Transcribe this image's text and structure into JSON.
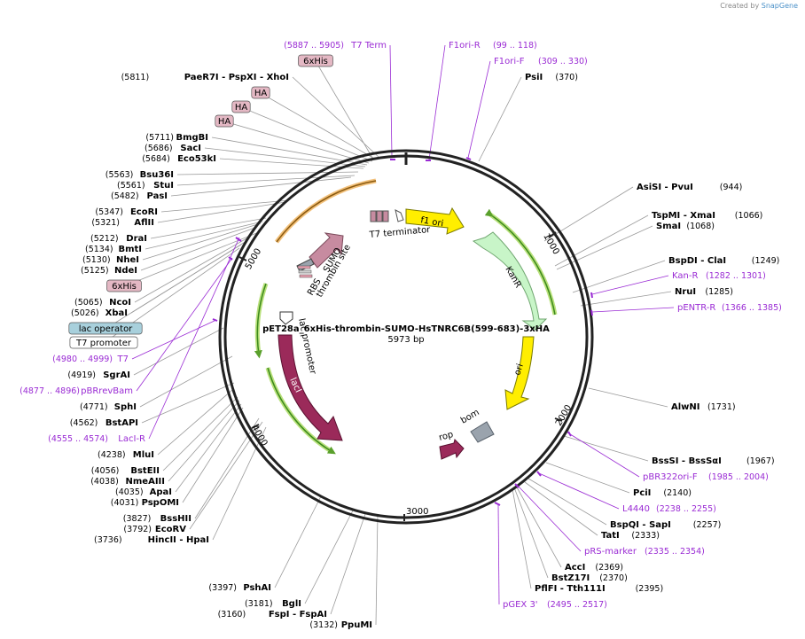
{
  "credit": {
    "prefix": "Created by",
    "brand": "SnapGene"
  },
  "plasmid": {
    "name": "pET28a_6xHis-thrombin-SUMO-HsTNRC6B(599-683)-3xHA",
    "size": "5973 bp"
  },
  "ticks": [
    "1000",
    "2000",
    "3000",
    "4000",
    "5000"
  ],
  "colors": {
    "primer": "#9a2bd4",
    "ring": "#222222",
    "leader": "#9a9a9a",
    "text": "#000000"
  },
  "features": {
    "f1_ori": "f1 ori",
    "kanr": "KanR",
    "ori": "ori",
    "rop": "rop",
    "bom": "bom",
    "laci": "lacI",
    "lac_promoter": "lac promoter",
    "rbs": "RBS",
    "sumo": "SUMO",
    "thrombin": "thrombin site",
    "t7_terminator": "T7 terminator"
  },
  "labels": [
    {
      "pos": "(5887 .. 5905)",
      "name": "T7 Term",
      "kind": "primer"
    },
    {
      "name": "6xHis",
      "kind": "box-his"
    },
    {
      "pos": "(5811)",
      "name": "PaeR7I  - PspXI  - XhoI",
      "kind": "site"
    },
    {
      "name": "HA",
      "kind": "box-his"
    },
    {
      "name": "HA",
      "kind": "box-his"
    },
    {
      "name": "HA",
      "kind": "box-his"
    },
    {
      "pos": "(5711)",
      "name": "BmgBI",
      "kind": "site"
    },
    {
      "pos": "(5686)",
      "name": "SacI",
      "kind": "site"
    },
    {
      "pos": "(5684)",
      "name": "Eco53kI",
      "kind": "site"
    },
    {
      "pos": "(5563)",
      "name": "Bsu36I",
      "kind": "site"
    },
    {
      "pos": "(5561)",
      "name": "StuI",
      "kind": "site"
    },
    {
      "pos": "(5482)",
      "name": "PasI",
      "kind": "site"
    },
    {
      "pos": "(5347)",
      "name": "EcoRI",
      "kind": "site"
    },
    {
      "pos": "(5321)",
      "name": "AflII",
      "kind": "site"
    },
    {
      "pos": "(5212)",
      "name": "DraI",
      "kind": "site"
    },
    {
      "pos": "(5134)",
      "name": "BmtI",
      "kind": "site"
    },
    {
      "pos": "(5130)",
      "name": "NheI",
      "kind": "site"
    },
    {
      "pos": "(5125)",
      "name": "NdeI",
      "kind": "site"
    },
    {
      "name": "6xHis",
      "kind": "box-his"
    },
    {
      "pos": "(5065)",
      "name": "NcoI",
      "kind": "site"
    },
    {
      "pos": "(5026)",
      "name": "XbaI",
      "kind": "site"
    },
    {
      "name": "lac operator",
      "kind": "box-lac"
    },
    {
      "name": "T7 promoter",
      "kind": "box-t7"
    },
    {
      "pos": "(4980 .. 4999)",
      "name": "T7",
      "kind": "primer"
    },
    {
      "pos": "(4919)",
      "name": "SgrAI",
      "kind": "site"
    },
    {
      "pos": "(4877 .. 4896)",
      "name": "pBRrevBam",
      "kind": "primer"
    },
    {
      "pos": "(4771)",
      "name": "SphI",
      "kind": "site"
    },
    {
      "pos": "(4562)",
      "name": "BstAPI",
      "kind": "site"
    },
    {
      "pos": "(4555 .. 4574)",
      "name": "LacI-R",
      "kind": "primer"
    },
    {
      "pos": "(4238)",
      "name": "MluI",
      "kind": "site"
    },
    {
      "pos": "(4056)",
      "name": "BstEII",
      "kind": "site"
    },
    {
      "pos": "(4038)",
      "name": "NmeAIII",
      "kind": "site"
    },
    {
      "pos": "(4035)",
      "name": "ApaI",
      "kind": "site"
    },
    {
      "pos": "(4031)",
      "name": "PspOMI",
      "kind": "site"
    },
    {
      "pos": "(3827)",
      "name": "BssHII",
      "kind": "site"
    },
    {
      "pos": "(3792)",
      "name": "EcoRV",
      "kind": "site"
    },
    {
      "pos": "(3736)",
      "name": "HincII  - HpaI",
      "kind": "site"
    },
    {
      "pos": "(3397)",
      "name": "PshAI",
      "kind": "site"
    },
    {
      "pos": "(3181)",
      "name": "BglI",
      "kind": "site"
    },
    {
      "pos": "(3160)",
      "name": "FspI  - FspAI",
      "kind": "site"
    },
    {
      "pos": "(3132)",
      "name": "PpuMI",
      "kind": "site"
    },
    {
      "name": "F1ori-R",
      "pos": "(99 .. 118)",
      "kind": "primer"
    },
    {
      "name": "F1ori-F",
      "pos": "(309 .. 330)",
      "kind": "primer"
    },
    {
      "name": "PsiI",
      "pos": "(370)",
      "kind": "site"
    },
    {
      "name": "AsiSI  - PvuI",
      "pos": "(944)",
      "kind": "site"
    },
    {
      "name": "TspMI  - XmaI",
      "pos": "(1066)",
      "kind": "site"
    },
    {
      "name": "SmaI",
      "pos": "(1068)",
      "kind": "site"
    },
    {
      "name": "BspDI  - ClaI",
      "pos": "(1249)",
      "kind": "site"
    },
    {
      "name": "Kan-R",
      "pos": "(1282 .. 1301)",
      "kind": "primer"
    },
    {
      "name": "NruI",
      "pos": "(1285)",
      "kind": "site"
    },
    {
      "name": "pENTR-R",
      "pos": "(1366 .. 1385)",
      "kind": "primer"
    },
    {
      "name": "AlwNI",
      "pos": "(1731)",
      "kind": "site"
    },
    {
      "name": "BssSI  - BssSαI",
      "pos": "(1967)",
      "kind": "site"
    },
    {
      "name": "pBR322ori-F",
      "pos": "(1985 .. 2004)",
      "kind": "primer"
    },
    {
      "name": "PciI",
      "pos": "(2140)",
      "kind": "site"
    },
    {
      "name": "L4440",
      "pos": "(2238 .. 2255)",
      "kind": "primer"
    },
    {
      "name": "BspQI  - SapI",
      "pos": "(2257)",
      "kind": "site"
    },
    {
      "name": "TatI",
      "pos": "(2333)",
      "kind": "site"
    },
    {
      "name": "pRS-marker",
      "pos": "(2335 .. 2354)",
      "kind": "primer"
    },
    {
      "name": "AccI",
      "pos": "(2369)",
      "kind": "site"
    },
    {
      "name": "BstZ17I",
      "pos": "(2370)",
      "kind": "site"
    },
    {
      "name": "PflFI  - Tth111I",
      "pos": "(2395)",
      "kind": "site"
    },
    {
      "name": "pGEX 3'",
      "pos": "(2495 .. 2517)",
      "kind": "primer"
    }
  ]
}
